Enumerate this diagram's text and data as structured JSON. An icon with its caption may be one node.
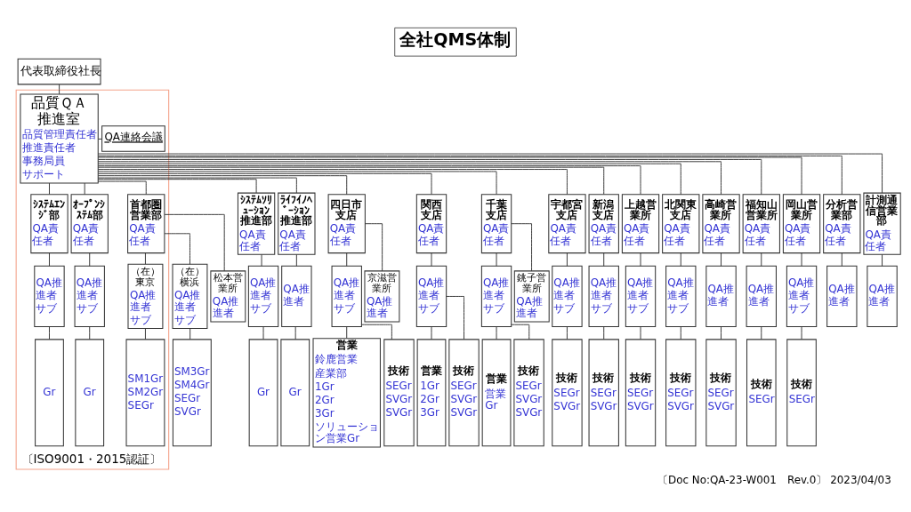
{
  "diagram": {
    "title": "全社QMS体制",
    "nodes": [
      {
        "text": [
          "代表取締役社長"
        ]
      },
      {
        "text": [
          "〔ISO9001・2015認証〕"
        ]
      },
      {
        "text": [
          "品質ＱＡ推進室",
          "品質管理責任者",
          "推進責任者",
          "事務局員",
          "サポート"
        ],
        "in": 1
      },
      {
        "text": [
          "QA連絡会議"
        ],
        "in": 1
      },
      {
        "text": [
          "ｼｽﾃﾑｴﾝｼﾞ部",
          "QA責任者"
        ],
        "in": 1
      },
      {
        "text": [
          "ｵｰﾌﾟﾝｼｽﾃﾑ部",
          "QA責任者"
        ],
        "in": 1
      },
      {
        "text": [
          "首都圏営業部",
          "QA責任者"
        ],
        "in": 1
      },
      {
        "text": [
          "ｼｽﾃﾑｿﾘｭｰｼｮﾝ推進部",
          "QA責任者"
        ]
      },
      {
        "text": [
          "ﾗｲﾌｲﾉﾍﾞｰｼｮﾝ推進部",
          "QA責任者"
        ]
      },
      {
        "text": [
          "四日市支店",
          "QA責任者"
        ]
      },
      {
        "text": [
          "関西支店",
          "QA責任者"
        ]
      },
      {
        "text": [
          "千葉支店",
          "QA責任者"
        ]
      },
      {
        "text": [
          "宇都宮支店",
          "QA責任者"
        ]
      },
      {
        "text": [
          "新潟支店",
          "QA責任者"
        ]
      },
      {
        "text": [
          "上越営業所",
          "QA責任者"
        ]
      },
      {
        "text": [
          "北関東支店",
          "QA責任者"
        ]
      },
      {
        "text": [
          "高崎営業所",
          "QA責任者"
        ]
      },
      {
        "text": [
          "福知山営業所",
          "QA責任者"
        ]
      },
      {
        "text": [
          "岡山営業所",
          "QA責任者"
        ]
      },
      {
        "text": [
          "分析営業部",
          "QA責任者"
        ]
      },
      {
        "text": [
          "計測通信営業部",
          "QA責任者"
        ]
      },
      {
        "text": [
          "QA推進者",
          "サブ"
        ],
        "in": 1
      },
      {
        "text": [
          "QA推進者",
          "サブ"
        ],
        "in": 1
      },
      {
        "text": [
          "（在）東京",
          "QA推進者",
          "サブ"
        ],
        "in": 1
      },
      {
        "text": [
          "（在）横浜",
          "QA推進者",
          "サブ"
        ]
      },
      {
        "text": [
          "松本営業所",
          "QA推進者"
        ]
      },
      {
        "text": [
          "QA推進者",
          "サブ"
        ]
      },
      {
        "text": [
          "QA推進者"
        ]
      },
      {
        "text": [
          "QA推進者",
          "サブ"
        ]
      },
      {
        "text": [
          "京滋営業所",
          "QA推進者"
        ]
      },
      {
        "text": [
          "QA推進者",
          "サブ"
        ]
      },
      {
        "text": [
          "QA推進者",
          "サブ"
        ]
      },
      {
        "text": [
          "銚子営業所",
          "QA推進者"
        ]
      },
      {
        "text": [
          "QA推進者",
          "サブ"
        ]
      },
      {
        "text": [
          "QA推進者",
          "サブ"
        ]
      },
      {
        "text": [
          "QA推進者",
          "サブ"
        ]
      },
      {
        "text": [
          "QA推進者",
          "サブ"
        ]
      },
      {
        "text": [
          "QA推進者"
        ]
      },
      {
        "text": [
          "QA推進者"
        ]
      },
      {
        "text": [
          "QA推進者",
          "サブ"
        ]
      },
      {
        "text": [
          "QA推進者"
        ]
      },
      {
        "text": [
          "QA推進者"
        ]
      },
      {
        "text": [
          "Gr"
        ],
        "in": 1
      },
      {
        "text": [
          "Gr"
        ],
        "in": 1
      },
      {
        "text": [
          "SM1Gr",
          "SM2Gr",
          "SEGr"
        ],
        "in": 1
      },
      {
        "text": [
          "SM3Gr",
          "SM4Gr",
          "SEGr",
          "SVGr"
        ]
      },
      {
        "text": [
          "Gr"
        ]
      },
      {
        "text": [
          "Gr"
        ]
      },
      {
        "text": [
          "営業",
          "鈴鹿営業",
          "産業部",
          "1Gr",
          "2Gr",
          "3Gr",
          "ソリューション営業Gr"
        ]
      },
      {
        "text": [
          "技術",
          "SEGr",
          "SVGr",
          "SVGr"
        ]
      },
      {
        "text": [
          "営業",
          "1Gr",
          "2Gr",
          "3Gr"
        ]
      },
      {
        "text": [
          "技術",
          "SEGr",
          "SVGr",
          "SVGr"
        ]
      },
      {
        "text": [
          "営業",
          "営業Gr"
        ]
      },
      {
        "text": [
          "技術",
          "SEGr",
          "SVGr",
          "SVGr"
        ]
      },
      {
        "text": [
          "技術",
          "SEGr",
          "SVGr"
        ]
      },
      {
        "text": [
          "技術",
          "SEGr",
          "SVGr"
        ]
      },
      {
        "text": [
          "技術",
          "SEGr",
          "SVGr"
        ]
      },
      {
        "text": [
          "技術",
          "SEGr",
          "SVGr"
        ]
      },
      {
        "text": [
          "技術",
          "SEGr",
          "SVGr"
        ]
      },
      {
        "text": [
          "技術",
          "SEGr"
        ]
      },
      {
        "text": [
          "技術",
          "SEGr"
        ]
      }
    ],
    "edges": [
      {
        "from": 0,
        "to": 2,
        "arrow": "none"
      },
      {
        "from": 2,
        "to": 3,
        "arrow": "none"
      },
      {
        "from": 2,
        "to": 4,
        "arrow": "none"
      },
      {
        "from": 2,
        "to": 5,
        "arrow": "none"
      },
      {
        "from": 2,
        "to": 6,
        "arrow": "none"
      },
      {
        "from": 2,
        "to": 7,
        "arrow": "none"
      },
      {
        "from": 2,
        "to": 8,
        "arrow": "none"
      },
      {
        "from": 2,
        "to": 9,
        "arrow": "none"
      },
      {
        "from": 2,
        "to": 10,
        "arrow": "none"
      },
      {
        "from": 2,
        "to": 11,
        "arrow": "none"
      },
      {
        "from": 2,
        "to": 12,
        "arrow": "none"
      },
      {
        "from": 2,
        "to": 13,
        "arrow": "none"
      },
      {
        "from": 2,
        "to": 14,
        "arrow": "none"
      },
      {
        "from": 2,
        "to": 15,
        "arrow": "none"
      },
      {
        "from": 2,
        "to": 16,
        "arrow": "none"
      },
      {
        "from": 2,
        "to": 17,
        "arrow": "none"
      },
      {
        "from": 2,
        "to": 18,
        "arrow": "none"
      },
      {
        "from": 2,
        "to": 19,
        "arrow": "none"
      },
      {
        "from": 2,
        "to": 20,
        "arrow": "none"
      },
      {
        "from": 4,
        "to": 21,
        "arrow": "none"
      },
      {
        "from": 5,
        "to": 22,
        "arrow": "none"
      },
      {
        "from": 6,
        "to": 23,
        "arrow": "none"
      },
      {
        "from": 6,
        "to": 24,
        "arrow": "none"
      },
      {
        "from": 6,
        "to": 25,
        "arrow": "none"
      },
      {
        "from": 7,
        "to": 26,
        "arrow": "none"
      },
      {
        "from": 8,
        "to": 27,
        "arrow": "none"
      },
      {
        "from": 9,
        "to": 28,
        "arrow": "none"
      },
      {
        "from": 9,
        "to": 29,
        "arrow": "none"
      },
      {
        "from": 10,
        "to": 30,
        "arrow": "none"
      },
      {
        "from": 11,
        "to": 31,
        "arrow": "none"
      },
      {
        "from": 11,
        "to": 32,
        "arrow": "none"
      },
      {
        "from": 12,
        "to": 33,
        "arrow": "none"
      },
      {
        "from": 13,
        "to": 34,
        "arrow": "none"
      },
      {
        "from": 14,
        "to": 35,
        "arrow": "none"
      },
      {
        "from": 15,
        "to": 36,
        "arrow": "none"
      },
      {
        "from": 16,
        "to": 37,
        "arrow": "none"
      },
      {
        "from": 17,
        "to": 38,
        "arrow": "none"
      },
      {
        "from": 18,
        "to": 39,
        "arrow": "none"
      },
      {
        "from": 19,
        "to": 40,
        "arrow": "none"
      },
      {
        "from": 20,
        "to": 41,
        "arrow": "none"
      },
      {
        "from": 21,
        "to": 42,
        "arrow": "none"
      },
      {
        "from": 22,
        "to": 43,
        "arrow": "none"
      },
      {
        "from": 23,
        "to": 44,
        "arrow": "none"
      },
      {
        "from": 24,
        "to": 45,
        "arrow": "none"
      },
      {
        "from": 26,
        "to": 46,
        "arrow": "none"
      },
      {
        "from": 27,
        "to": 47,
        "arrow": "none"
      },
      {
        "from": 28,
        "to": 48,
        "arrow": "none"
      },
      {
        "from": 28,
        "to": 49,
        "arrow": "none"
      },
      {
        "from": 30,
        "to": 50,
        "arrow": "none"
      },
      {
        "from": 30,
        "to": 51,
        "arrow": "none"
      },
      {
        "from": 31,
        "to": 52,
        "arrow": "none"
      },
      {
        "from": 31,
        "to": 53,
        "arrow": "none"
      },
      {
        "from": 33,
        "to": 54,
        "arrow": "none"
      },
      {
        "from": 34,
        "to": 55,
        "arrow": "none"
      },
      {
        "from": 35,
        "to": 56,
        "arrow": "none"
      },
      {
        "from": 36,
        "to": 57,
        "arrow": "none"
      },
      {
        "from": 37,
        "to": 58,
        "arrow": "none"
      },
      {
        "from": 38,
        "to": 59,
        "arrow": "none"
      },
      {
        "from": 39,
        "to": 60,
        "arrow": "none"
      }
    ],
    "labels": [
      "〔Doc No:QA-23-W001　Rev.0〕",
      "2023/04/03"
    ]
  }
}
